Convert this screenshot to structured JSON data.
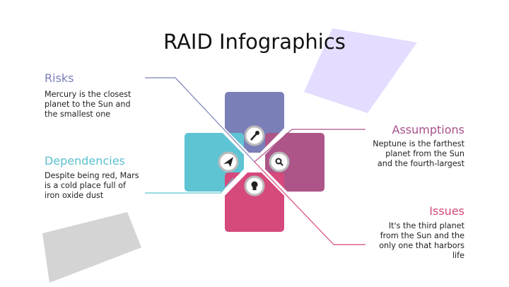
{
  "title": "RAID Infographics",
  "items": [
    {
      "heading": "Risks",
      "text": "Mercury is the closest planet to the Sun and the smallest one",
      "color": "#7a7fb8",
      "icon": "wrench-icon"
    },
    {
      "heading": "Assumptions",
      "text": "Neptune is the farthest planet from the Sun and the fourth-largest",
      "color": "#a8508a",
      "icon": "search-icon"
    },
    {
      "heading": "Dependencies",
      "text": "Despite being red, Mars is a cold place full of iron oxide dust",
      "color": "#5bbfd0",
      "icon": "paper-plane-icon"
    },
    {
      "heading": "Issues",
      "text": "It's the third planet from the Sun and the only one that harbors life",
      "color": "#d6497c",
      "icon": "lightbulb-icon"
    }
  ]
}
